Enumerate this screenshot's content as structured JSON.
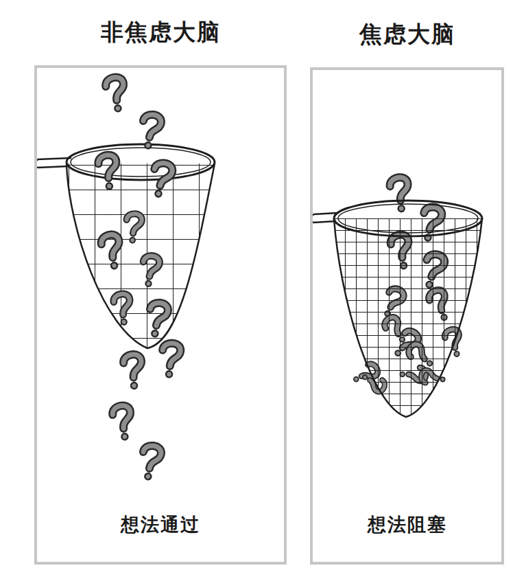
{
  "diagram": {
    "nodes": [
      {
        "text": [
          "非焦虑大脑",
          "想法通过"
        ]
      },
      {
        "text": [
          "焦虑大脑",
          "想法阻塞"
        ]
      }
    ]
  }
}
